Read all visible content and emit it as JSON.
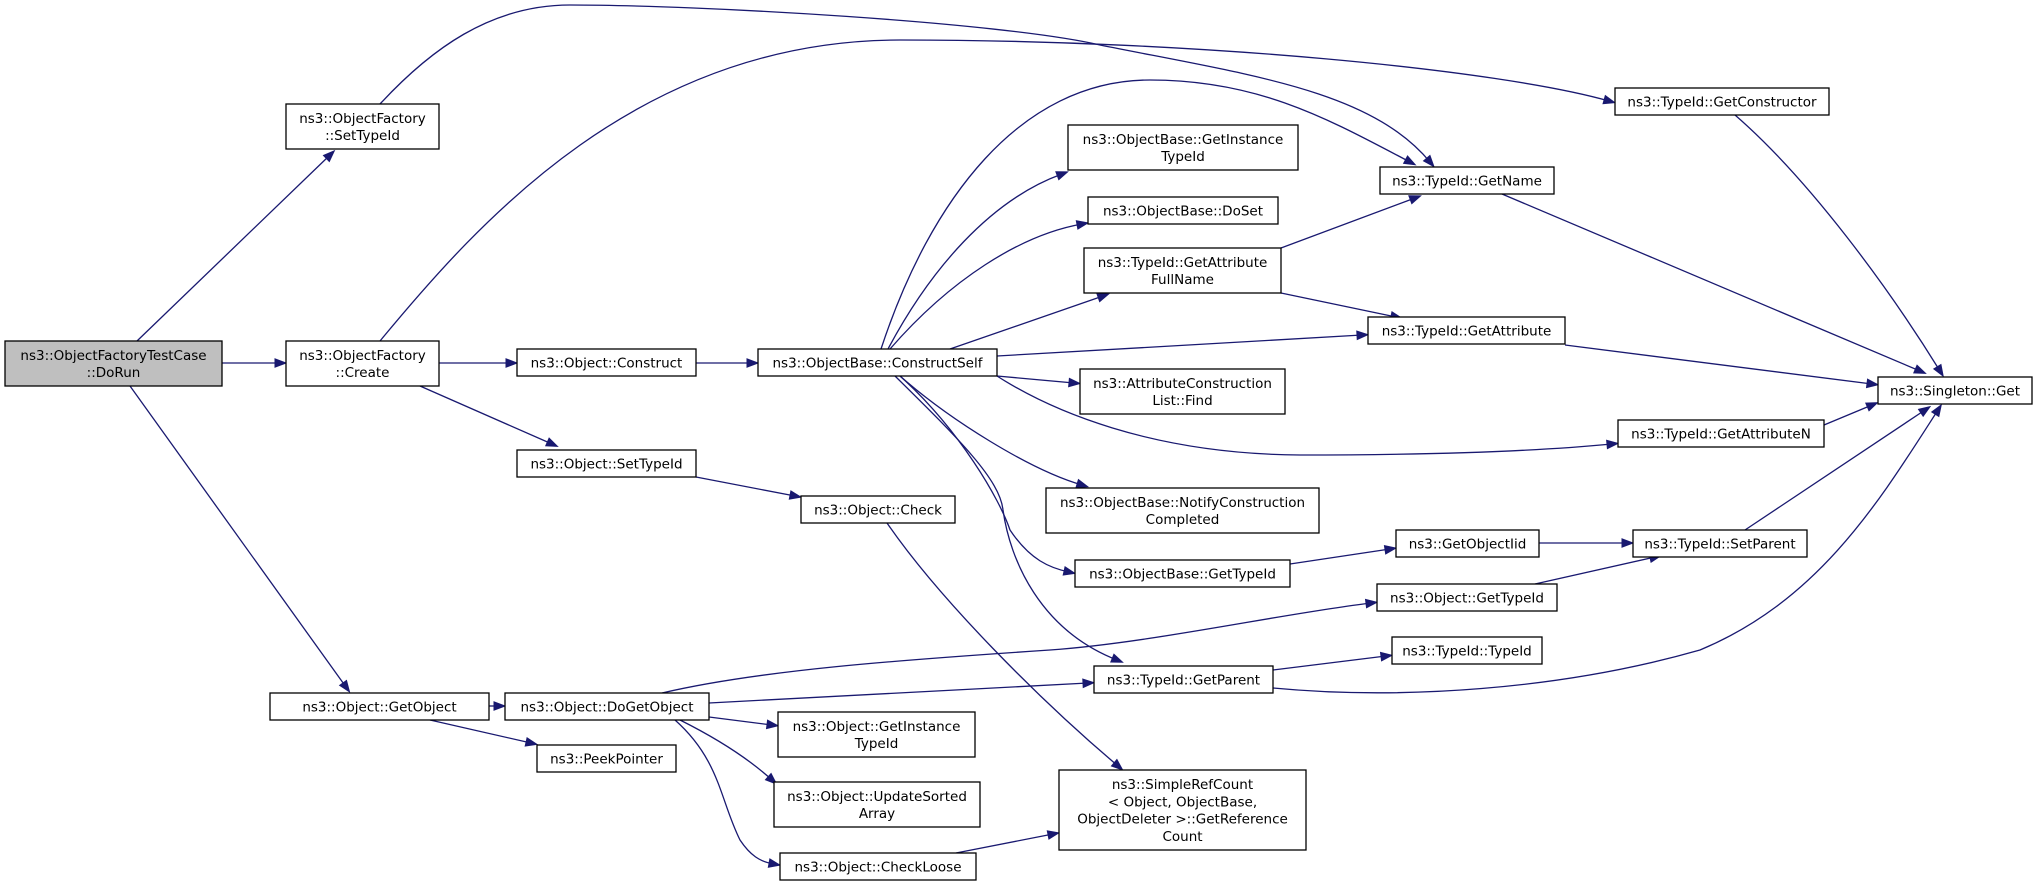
{
  "graph": {
    "nodes": [
      {
        "id": "dorun",
        "lines": [
          "ns3::ObjectFactoryTestCase",
          "::DoRun"
        ],
        "root": true
      },
      {
        "id": "settypeid_factory",
        "lines": [
          "ns3::ObjectFactory",
          "::SetTypeId"
        ]
      },
      {
        "id": "create",
        "lines": [
          "ns3::ObjectFactory",
          "::Create"
        ]
      },
      {
        "id": "getobject",
        "lines": [
          "ns3::Object::GetObject"
        ]
      },
      {
        "id": "construct",
        "lines": [
          "ns3::Object::Construct"
        ]
      },
      {
        "id": "obj_settypeid",
        "lines": [
          "ns3::Object::SetTypeId"
        ]
      },
      {
        "id": "constructself",
        "lines": [
          "ns3::ObjectBase::ConstructSelf"
        ]
      },
      {
        "id": "check",
        "lines": [
          "ns3::Object::Check"
        ]
      },
      {
        "id": "dogetobject",
        "lines": [
          "ns3::Object::DoGetObject"
        ]
      },
      {
        "id": "peekpointer",
        "lines": [
          "ns3::PeekPointer"
        ]
      },
      {
        "id": "ob_getinstancetypeid",
        "lines": [
          "ns3::ObjectBase::GetInstance",
          "TypeId"
        ]
      },
      {
        "id": "doset",
        "lines": [
          "ns3::ObjectBase::DoSet"
        ]
      },
      {
        "id": "getattrfullname",
        "lines": [
          "ns3::TypeId::GetAttribute",
          "FullName"
        ]
      },
      {
        "id": "acl_find",
        "lines": [
          "ns3::AttributeConstruction",
          "List::Find"
        ]
      },
      {
        "id": "notifyconstruction",
        "lines": [
          "ns3::ObjectBase::NotifyConstruction",
          "Completed"
        ]
      },
      {
        "id": "ob_gettypeid",
        "lines": [
          "ns3::ObjectBase::GetTypeId"
        ]
      },
      {
        "id": "getparent",
        "lines": [
          "ns3::TypeId::GetParent"
        ]
      },
      {
        "id": "obj_getinstancetypeid",
        "lines": [
          "ns3::Object::GetInstance",
          "TypeId"
        ]
      },
      {
        "id": "updatesorted",
        "lines": [
          "ns3::Object::UpdateSorted",
          "Array"
        ]
      },
      {
        "id": "checkloose",
        "lines": [
          "ns3::Object::CheckLoose"
        ]
      },
      {
        "id": "simplerefcount",
        "lines": [
          "ns3::SimpleRefCount",
          "< Object, ObjectBase,",
          "ObjectDeleter >::GetReference",
          "Count"
        ]
      },
      {
        "id": "getname",
        "lines": [
          "ns3::TypeId::GetName"
        ]
      },
      {
        "id": "getattribute",
        "lines": [
          "ns3::TypeId::GetAttribute"
        ]
      },
      {
        "id": "getobjectiid",
        "lines": [
          "ns3::GetObjectIid"
        ]
      },
      {
        "id": "obj_gettypeid",
        "lines": [
          "ns3::Object::GetTypeId"
        ]
      },
      {
        "id": "typeid_typeid",
        "lines": [
          "ns3::TypeId::TypeId"
        ]
      },
      {
        "id": "getconstructor",
        "lines": [
          "ns3::TypeId::GetConstructor"
        ]
      },
      {
        "id": "getattributen",
        "lines": [
          "ns3::TypeId::GetAttributeN"
        ]
      },
      {
        "id": "setparent",
        "lines": [
          "ns3::TypeId::SetParent"
        ]
      },
      {
        "id": "singleton_get",
        "lines": [
          "ns3::Singleton::Get"
        ]
      }
    ],
    "edges": [
      [
        "dorun",
        "settypeid_factory"
      ],
      [
        "dorun",
        "create"
      ],
      [
        "dorun",
        "getobject"
      ],
      [
        "settypeid_factory",
        "getname"
      ],
      [
        "create",
        "getconstructor"
      ],
      [
        "create",
        "construct"
      ],
      [
        "create",
        "obj_settypeid"
      ],
      [
        "construct",
        "constructself"
      ],
      [
        "obj_settypeid",
        "check"
      ],
      [
        "check",
        "simplerefcount"
      ],
      [
        "getobject",
        "dogetobject"
      ],
      [
        "getobject",
        "peekpointer"
      ],
      [
        "dogetobject",
        "obj_gettypeid"
      ],
      [
        "dogetobject",
        "getparent"
      ],
      [
        "dogetobject",
        "obj_getinstancetypeid"
      ],
      [
        "dogetobject",
        "updatesorted"
      ],
      [
        "dogetobject",
        "checkloose"
      ],
      [
        "checkloose",
        "simplerefcount"
      ],
      [
        "constructself",
        "getname"
      ],
      [
        "constructself",
        "ob_getinstancetypeid"
      ],
      [
        "constructself",
        "doset"
      ],
      [
        "constructself",
        "getattrfullname"
      ],
      [
        "constructself",
        "getattribute"
      ],
      [
        "constructself",
        "acl_find"
      ],
      [
        "constructself",
        "getattributen"
      ],
      [
        "constructself",
        "notifyconstruction"
      ],
      [
        "constructself",
        "ob_gettypeid"
      ],
      [
        "constructself",
        "getparent"
      ],
      [
        "getattrfullname",
        "getname"
      ],
      [
        "getattrfullname",
        "getattribute"
      ],
      [
        "ob_gettypeid",
        "getobjectiid"
      ],
      [
        "getobjectiid",
        "setparent"
      ],
      [
        "obj_gettypeid",
        "setparent"
      ],
      [
        "getparent",
        "typeid_typeid"
      ],
      [
        "getparent",
        "singleton_get"
      ],
      [
        "getname",
        "singleton_get"
      ],
      [
        "getattribute",
        "singleton_get"
      ],
      [
        "getattributen",
        "singleton_get"
      ],
      [
        "getconstructor",
        "singleton_get"
      ],
      [
        "setparent",
        "singleton_get"
      ]
    ]
  }
}
